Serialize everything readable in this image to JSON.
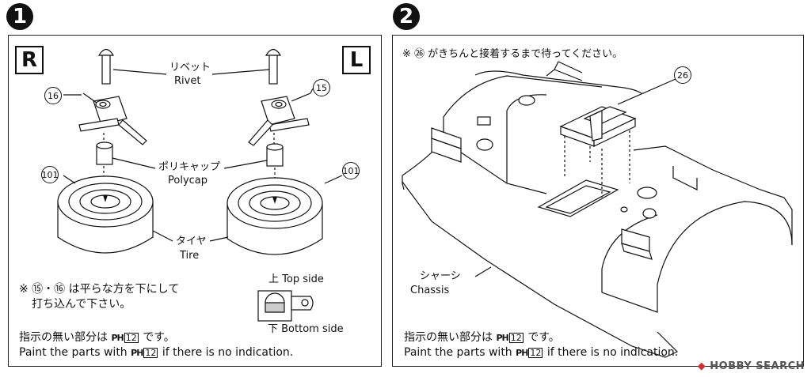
{
  "steps": [
    {
      "number": "1",
      "side_left": "R",
      "side_right": "L",
      "labels": {
        "rivet_jp": "リベット",
        "rivet_en": "Rivet",
        "polycap_jp": "ポリキャップ",
        "polycap_en": "Polycap",
        "tire_jp": "タイヤ",
        "tire_en": "Tire",
        "top_side": "上 Top side",
        "bottom_side": "下 Bottom side"
      },
      "part_numbers": {
        "p16": "16",
        "p15": "15",
        "p101_left": "101",
        "p101_right": "101"
      },
      "note_line1": "※ ⑮・⑯ は平らな方を下にして",
      "note_line2": "打ち込んで下さい。",
      "paint_jp_prefix": "指示の無い部分は",
      "paint_jp_suffix": "です。",
      "paint_en_prefix": "Paint the parts with",
      "paint_en_suffix": "if there is no indication.",
      "ph_code": "PH",
      "color_num": "12"
    },
    {
      "number": "2",
      "instruction": "※ ㉖ がきちんと接着するまで待ってください。",
      "part_number": "26",
      "chassis_jp": "シャーシ",
      "chassis_en": "Chassis",
      "paint_jp_prefix": "指示の無い部分は",
      "paint_jp_suffix": "です。",
      "paint_en_prefix": "Paint the parts with",
      "paint_en_suffix": "if there is no indication.",
      "ph_code": "PH",
      "color_num": "12"
    }
  ],
  "watermark": {
    "brand": "HOBBY SEARCH"
  }
}
